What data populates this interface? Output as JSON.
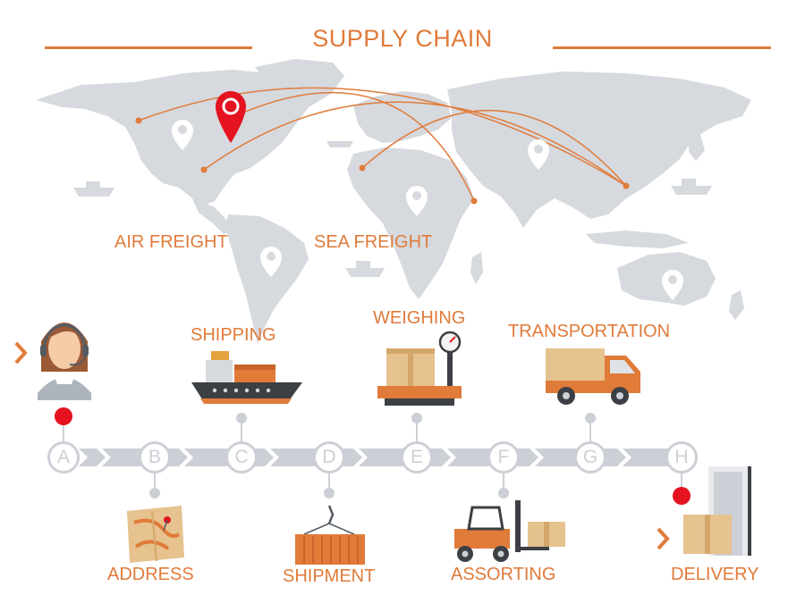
{
  "title": "SUPPLY CHAIN",
  "map_labels": {
    "air": "AIR FREIGHT",
    "sea": "SEA FREIGHT"
  },
  "steps": [
    {
      "letter": "A",
      "label": ""
    },
    {
      "letter": "B",
      "label": "ADDRESS"
    },
    {
      "letter": "C",
      "label": "SHIPPING"
    },
    {
      "letter": "D",
      "label": "SHIPMENT"
    },
    {
      "letter": "E",
      "label": "WEIGHING"
    },
    {
      "letter": "F",
      "label": "ASSORTING"
    },
    {
      "letter": "G",
      "label": "TRANSPORTATION"
    },
    {
      "letter": "H",
      "label": "DELIVERY"
    }
  ],
  "colors": {
    "accent": "#e07b3a",
    "marker_red": "#e5131f",
    "map_gray": "#d6d9de",
    "track_gray": "#ccd0d6"
  },
  "icons": [
    "customer-service-agent-icon",
    "cargo-ship-icon",
    "scale-icon",
    "delivery-truck-icon",
    "map-address-icon",
    "shipping-container-icon",
    "forklift-icon",
    "door-boxes-icon",
    "map-pin-icon"
  ]
}
